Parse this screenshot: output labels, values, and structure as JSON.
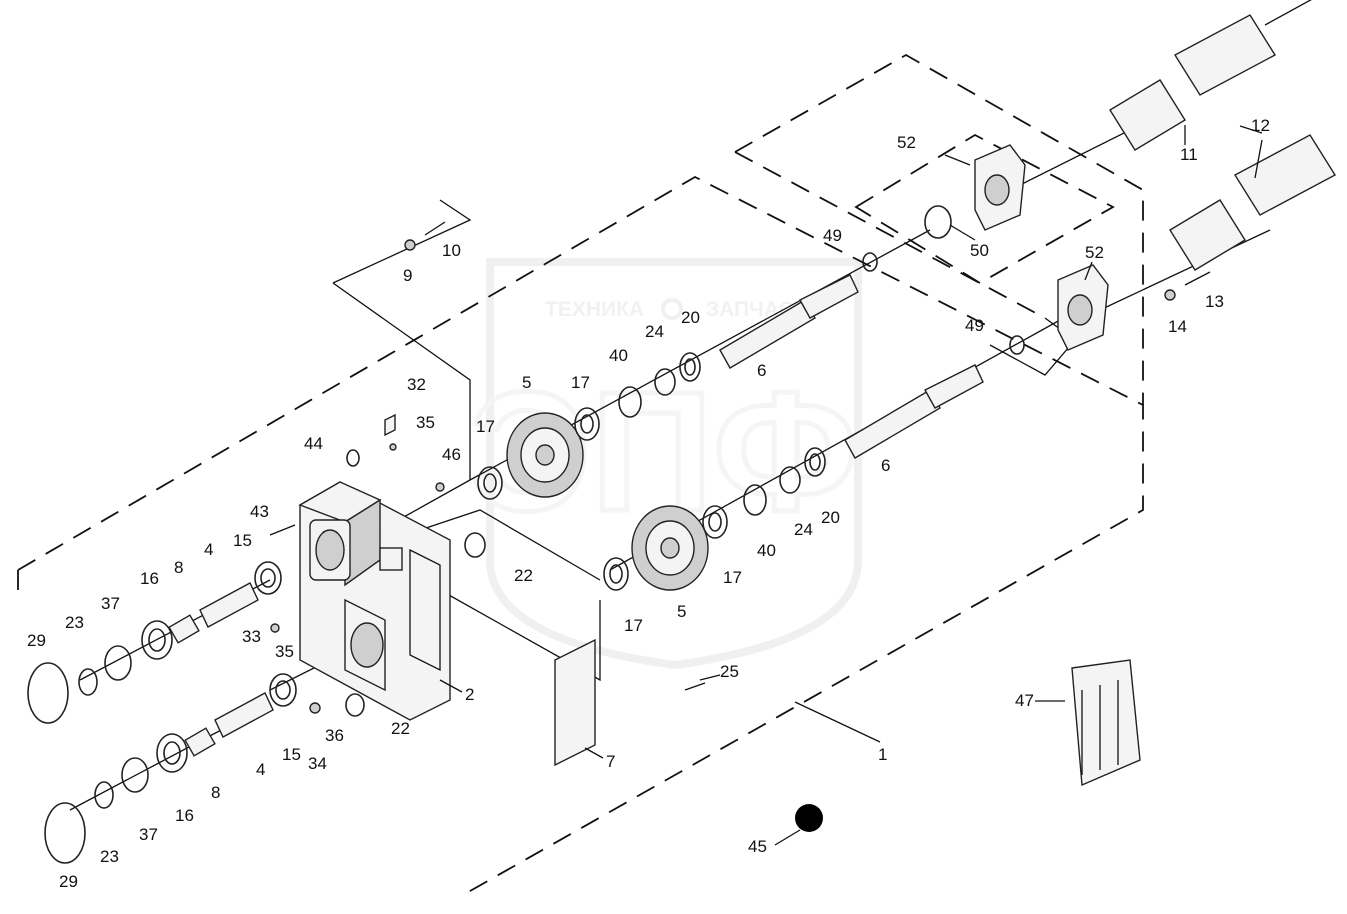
{
  "watermark": {
    "left_text": "ТЕХНИКА",
    "right_text": "ЗАПЧАСТИ",
    "logo_letters": "ЭПФ"
  },
  "callouts": [
    {
      "id": "c1",
      "text": "1"
    },
    {
      "id": "c2",
      "text": "2"
    },
    {
      "id": "c4a",
      "text": "4"
    },
    {
      "id": "c4b",
      "text": "4"
    },
    {
      "id": "c5a",
      "text": "5"
    },
    {
      "id": "c5b",
      "text": "5"
    },
    {
      "id": "c6a",
      "text": "6"
    },
    {
      "id": "c6b",
      "text": "6"
    },
    {
      "id": "c7",
      "text": "7"
    },
    {
      "id": "c8a",
      "text": "8"
    },
    {
      "id": "c8b",
      "text": "8"
    },
    {
      "id": "c9",
      "text": "9"
    },
    {
      "id": "c10",
      "text": "10"
    },
    {
      "id": "c11",
      "text": "11"
    },
    {
      "id": "c12",
      "text": "12"
    },
    {
      "id": "c13",
      "text": "13"
    },
    {
      "id": "c14",
      "text": "14"
    },
    {
      "id": "c15a",
      "text": "15"
    },
    {
      "id": "c15b",
      "text": "15"
    },
    {
      "id": "c16a",
      "text": "16"
    },
    {
      "id": "c16b",
      "text": "16"
    },
    {
      "id": "c17a",
      "text": "17"
    },
    {
      "id": "c17b",
      "text": "17"
    },
    {
      "id": "c17c",
      "text": "17"
    },
    {
      "id": "c17d",
      "text": "17"
    },
    {
      "id": "c20a",
      "text": "20"
    },
    {
      "id": "c20b",
      "text": "20"
    },
    {
      "id": "c22a",
      "text": "22"
    },
    {
      "id": "c22b",
      "text": "22"
    },
    {
      "id": "c23a",
      "text": "23"
    },
    {
      "id": "c23b",
      "text": "23"
    },
    {
      "id": "c24a",
      "text": "24"
    },
    {
      "id": "c24b",
      "text": "24"
    },
    {
      "id": "c25",
      "text": "25"
    },
    {
      "id": "c29a",
      "text": "29"
    },
    {
      "id": "c29b",
      "text": "29"
    },
    {
      "id": "c32",
      "text": "32"
    },
    {
      "id": "c33",
      "text": "33"
    },
    {
      "id": "c34",
      "text": "34"
    },
    {
      "id": "c35a",
      "text": "35"
    },
    {
      "id": "c35b",
      "text": "35"
    },
    {
      "id": "c36",
      "text": "36"
    },
    {
      "id": "c37a",
      "text": "37"
    },
    {
      "id": "c37b",
      "text": "37"
    },
    {
      "id": "c40a",
      "text": "40"
    },
    {
      "id": "c40b",
      "text": "40"
    },
    {
      "id": "c43",
      "text": "43"
    },
    {
      "id": "c44",
      "text": "44"
    },
    {
      "id": "c45",
      "text": "45"
    },
    {
      "id": "c46",
      "text": "46"
    },
    {
      "id": "c47",
      "text": "47"
    },
    {
      "id": "c49a",
      "text": "49"
    },
    {
      "id": "c49b",
      "text": "49"
    },
    {
      "id": "c50",
      "text": "50"
    },
    {
      "id": "c52a",
      "text": "52"
    },
    {
      "id": "c52b",
      "text": "52"
    }
  ]
}
